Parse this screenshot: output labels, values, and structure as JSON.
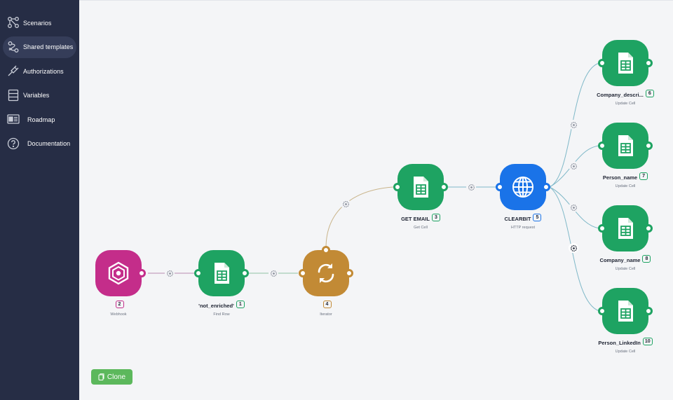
{
  "sidebar": {
    "items": [
      {
        "label": "Scenarios",
        "icon": "scenarios-icon"
      },
      {
        "label": "Shared templates",
        "icon": "shared-templates-icon"
      },
      {
        "label": "Authorizations",
        "icon": "key-icon"
      },
      {
        "label": "Variables",
        "icon": "variables-icon"
      },
      {
        "label": "Roadmap",
        "icon": "roadmap-icon"
      },
      {
        "label": "Documentation",
        "icon": "help-icon"
      }
    ],
    "active_index": 1
  },
  "colors": {
    "sidebar_bg": "#262d45",
    "sheets_green": "#1ea362",
    "webhook_pink": "#c42d8a",
    "iterator_orange": "#c28a35",
    "http_blue": "#1a73e8",
    "clone_green": "#5cb85c"
  },
  "nodes": {
    "webhook": {
      "name": "",
      "index": "2",
      "subtitle": "Webhook",
      "icon": "webhook-icon"
    },
    "find_row": {
      "name": "'not_enriched'",
      "index": "1",
      "subtitle": "Find Row",
      "icon": "google-sheets-icon"
    },
    "iterator": {
      "name": "",
      "index": "4",
      "subtitle": "Iterator",
      "icon": "iterator-icon"
    },
    "get_email": {
      "name": "GET EMAIL",
      "index": "3",
      "subtitle": "Get Cell",
      "icon": "google-sheets-icon"
    },
    "clearbit": {
      "name": "CLEARBIT",
      "index": "5",
      "subtitle": "HTTP request",
      "icon": "globe-icon"
    },
    "company_desc": {
      "name": "Company_descri...",
      "index": "6",
      "subtitle": "Update Cell",
      "icon": "google-sheets-icon"
    },
    "person_name": {
      "name": "Person_name",
      "index": "7",
      "subtitle": "Update Cell",
      "icon": "google-sheets-icon"
    },
    "company_name": {
      "name": "Company_name",
      "index": "8",
      "subtitle": "Update Cell",
      "icon": "google-sheets-icon"
    },
    "person_linkedin": {
      "name": "Person_LinkedIn",
      "index": "10",
      "subtitle": "Update Cell",
      "icon": "google-sheets-icon"
    }
  },
  "toolbar": {
    "clone_label": "Clone"
  }
}
